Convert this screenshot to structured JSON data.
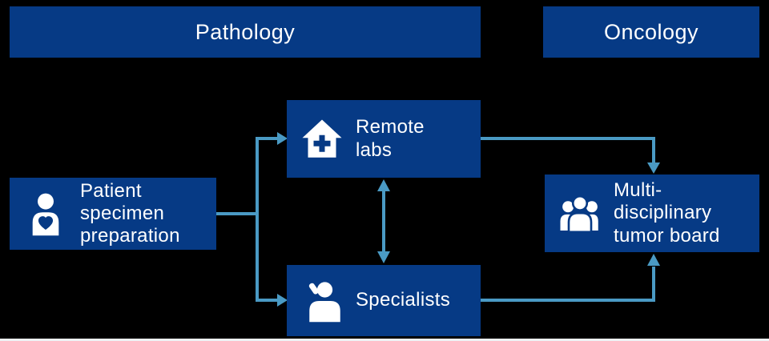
{
  "diagram": {
    "headers": [
      {
        "id": "pathology",
        "label": "Pathology"
      },
      {
        "id": "oncology",
        "label": "Oncology"
      }
    ],
    "nodes": [
      {
        "id": "patient",
        "label": "Patient\nspecimen\npreparation",
        "icon": "patient-heart-icon"
      },
      {
        "id": "remote-labs",
        "label": "Remote\nlabs",
        "icon": "clinic-house-icon"
      },
      {
        "id": "specialists",
        "label": "Specialists",
        "icon": "specialist-phone-icon"
      },
      {
        "id": "tumor-board",
        "label": "Multi-\ndisciplinary\ntumor board",
        "icon": "team-group-icon"
      }
    ],
    "edges": [
      {
        "from": "patient",
        "to": "remote-labs",
        "direction": "one-way"
      },
      {
        "from": "patient",
        "to": "specialists",
        "direction": "one-way"
      },
      {
        "from": "remote-labs",
        "to": "specialists",
        "direction": "two-way"
      },
      {
        "from": "remote-labs",
        "to": "tumor-board",
        "direction": "one-way"
      },
      {
        "from": "specialists",
        "to": "tumor-board",
        "direction": "one-way"
      }
    ],
    "colors": {
      "panel_blue": "#063a85",
      "arrow_blue": "#4a9ac4",
      "background": "#000000",
      "text": "#ffffff"
    }
  }
}
